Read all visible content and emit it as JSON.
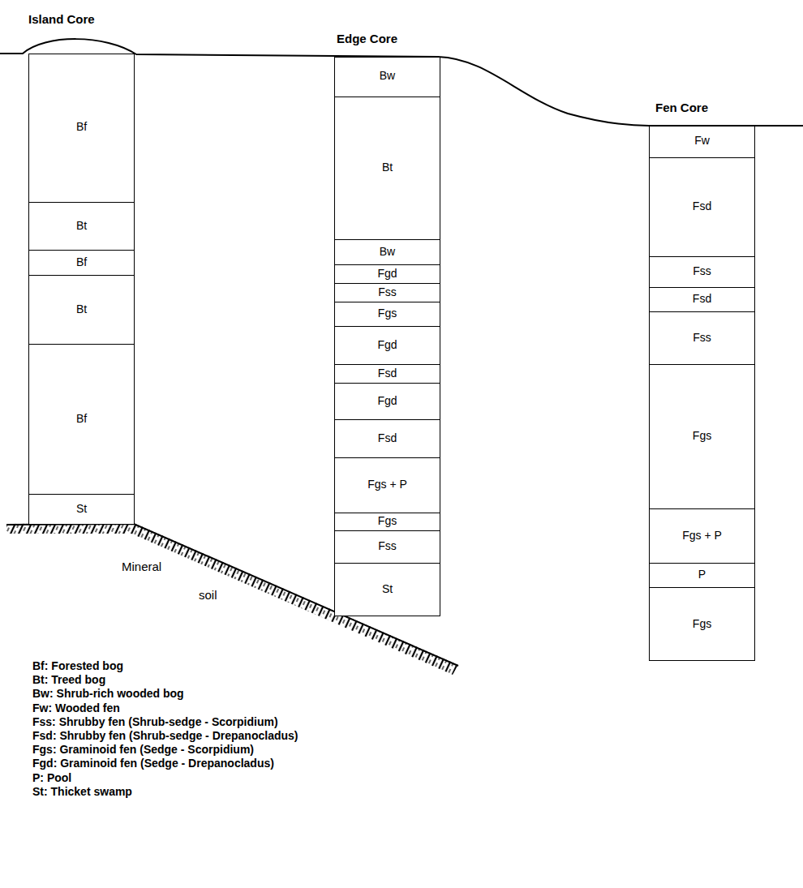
{
  "diagram": {
    "nodes": [
      {
        "text": [
          "Island Core"
        ]
      },
      {
        "text": [
          "Bf"
        ],
        "in": 0
      },
      {
        "text": [
          "Bt"
        ],
        "in": 0
      },
      {
        "text": [
          "Bf"
        ],
        "in": 0
      },
      {
        "text": [
          "Bt"
        ],
        "in": 0
      },
      {
        "text": [
          "Bf"
        ],
        "in": 0
      },
      {
        "text": [
          "St"
        ],
        "in": 0
      },
      {
        "text": [
          "Edge Core"
        ]
      },
      {
        "text": [
          "Bw"
        ],
        "in": 7
      },
      {
        "text": [
          "Bt"
        ],
        "in": 7
      },
      {
        "text": [
          "Bw"
        ],
        "in": 7
      },
      {
        "text": [
          "Fgd"
        ],
        "in": 7
      },
      {
        "text": [
          "Fss"
        ],
        "in": 7
      },
      {
        "text": [
          "Fgs"
        ],
        "in": 7
      },
      {
        "text": [
          "Fgd"
        ],
        "in": 7
      },
      {
        "text": [
          "Fsd"
        ],
        "in": 7
      },
      {
        "text": [
          "Fgd"
        ],
        "in": 7
      },
      {
        "text": [
          "Fsd"
        ],
        "in": 7
      },
      {
        "text": [
          "Fgs + P"
        ],
        "in": 7
      },
      {
        "text": [
          "Fgs"
        ],
        "in": 7
      },
      {
        "text": [
          "Fss"
        ],
        "in": 7
      },
      {
        "text": [
          "St"
        ],
        "in": 7
      },
      {
        "text": [
          "Fen Core"
        ]
      },
      {
        "text": [
          "Fw"
        ],
        "in": 22
      },
      {
        "text": [
          "Fsd"
        ],
        "in": 22
      },
      {
        "text": [
          "Fss"
        ],
        "in": 22
      },
      {
        "text": [
          "Fsd"
        ],
        "in": 22
      },
      {
        "text": [
          "Fss"
        ],
        "in": 22
      },
      {
        "text": [
          "Fgs"
        ],
        "in": 22
      },
      {
        "text": [
          "Fgs + P"
        ],
        "in": 22
      },
      {
        "text": [
          "P"
        ],
        "in": 22
      },
      {
        "text": [
          "Fgs"
        ],
        "in": 22
      }
    ],
    "labels": [
      "Mineral",
      "soil"
    ],
    "legend": [
      {
        "text": "Bf: Forested bog"
      },
      {
        "text": "Bt: Treed bog"
      },
      {
        "text": "Bw: Shrub-rich wooded bog"
      },
      {
        "text": "Fw: Wooded fen"
      },
      {
        "text": "Fss: Shrubby fen (Shrub-sedge - Scorpidium)"
      },
      {
        "text": "Fsd: Shrubby fen (Shrub-sedge - Drepanocladus)"
      },
      {
        "text": "Fgs: Graminoid fen (Sedge - Scorpidium)"
      },
      {
        "text": "Fgd: Graminoid fen (Sedge - Drepanocladus)"
      },
      {
        "text": "P: Pool"
      },
      {
        "text": "St: Thicket swamp"
      }
    ]
  }
}
